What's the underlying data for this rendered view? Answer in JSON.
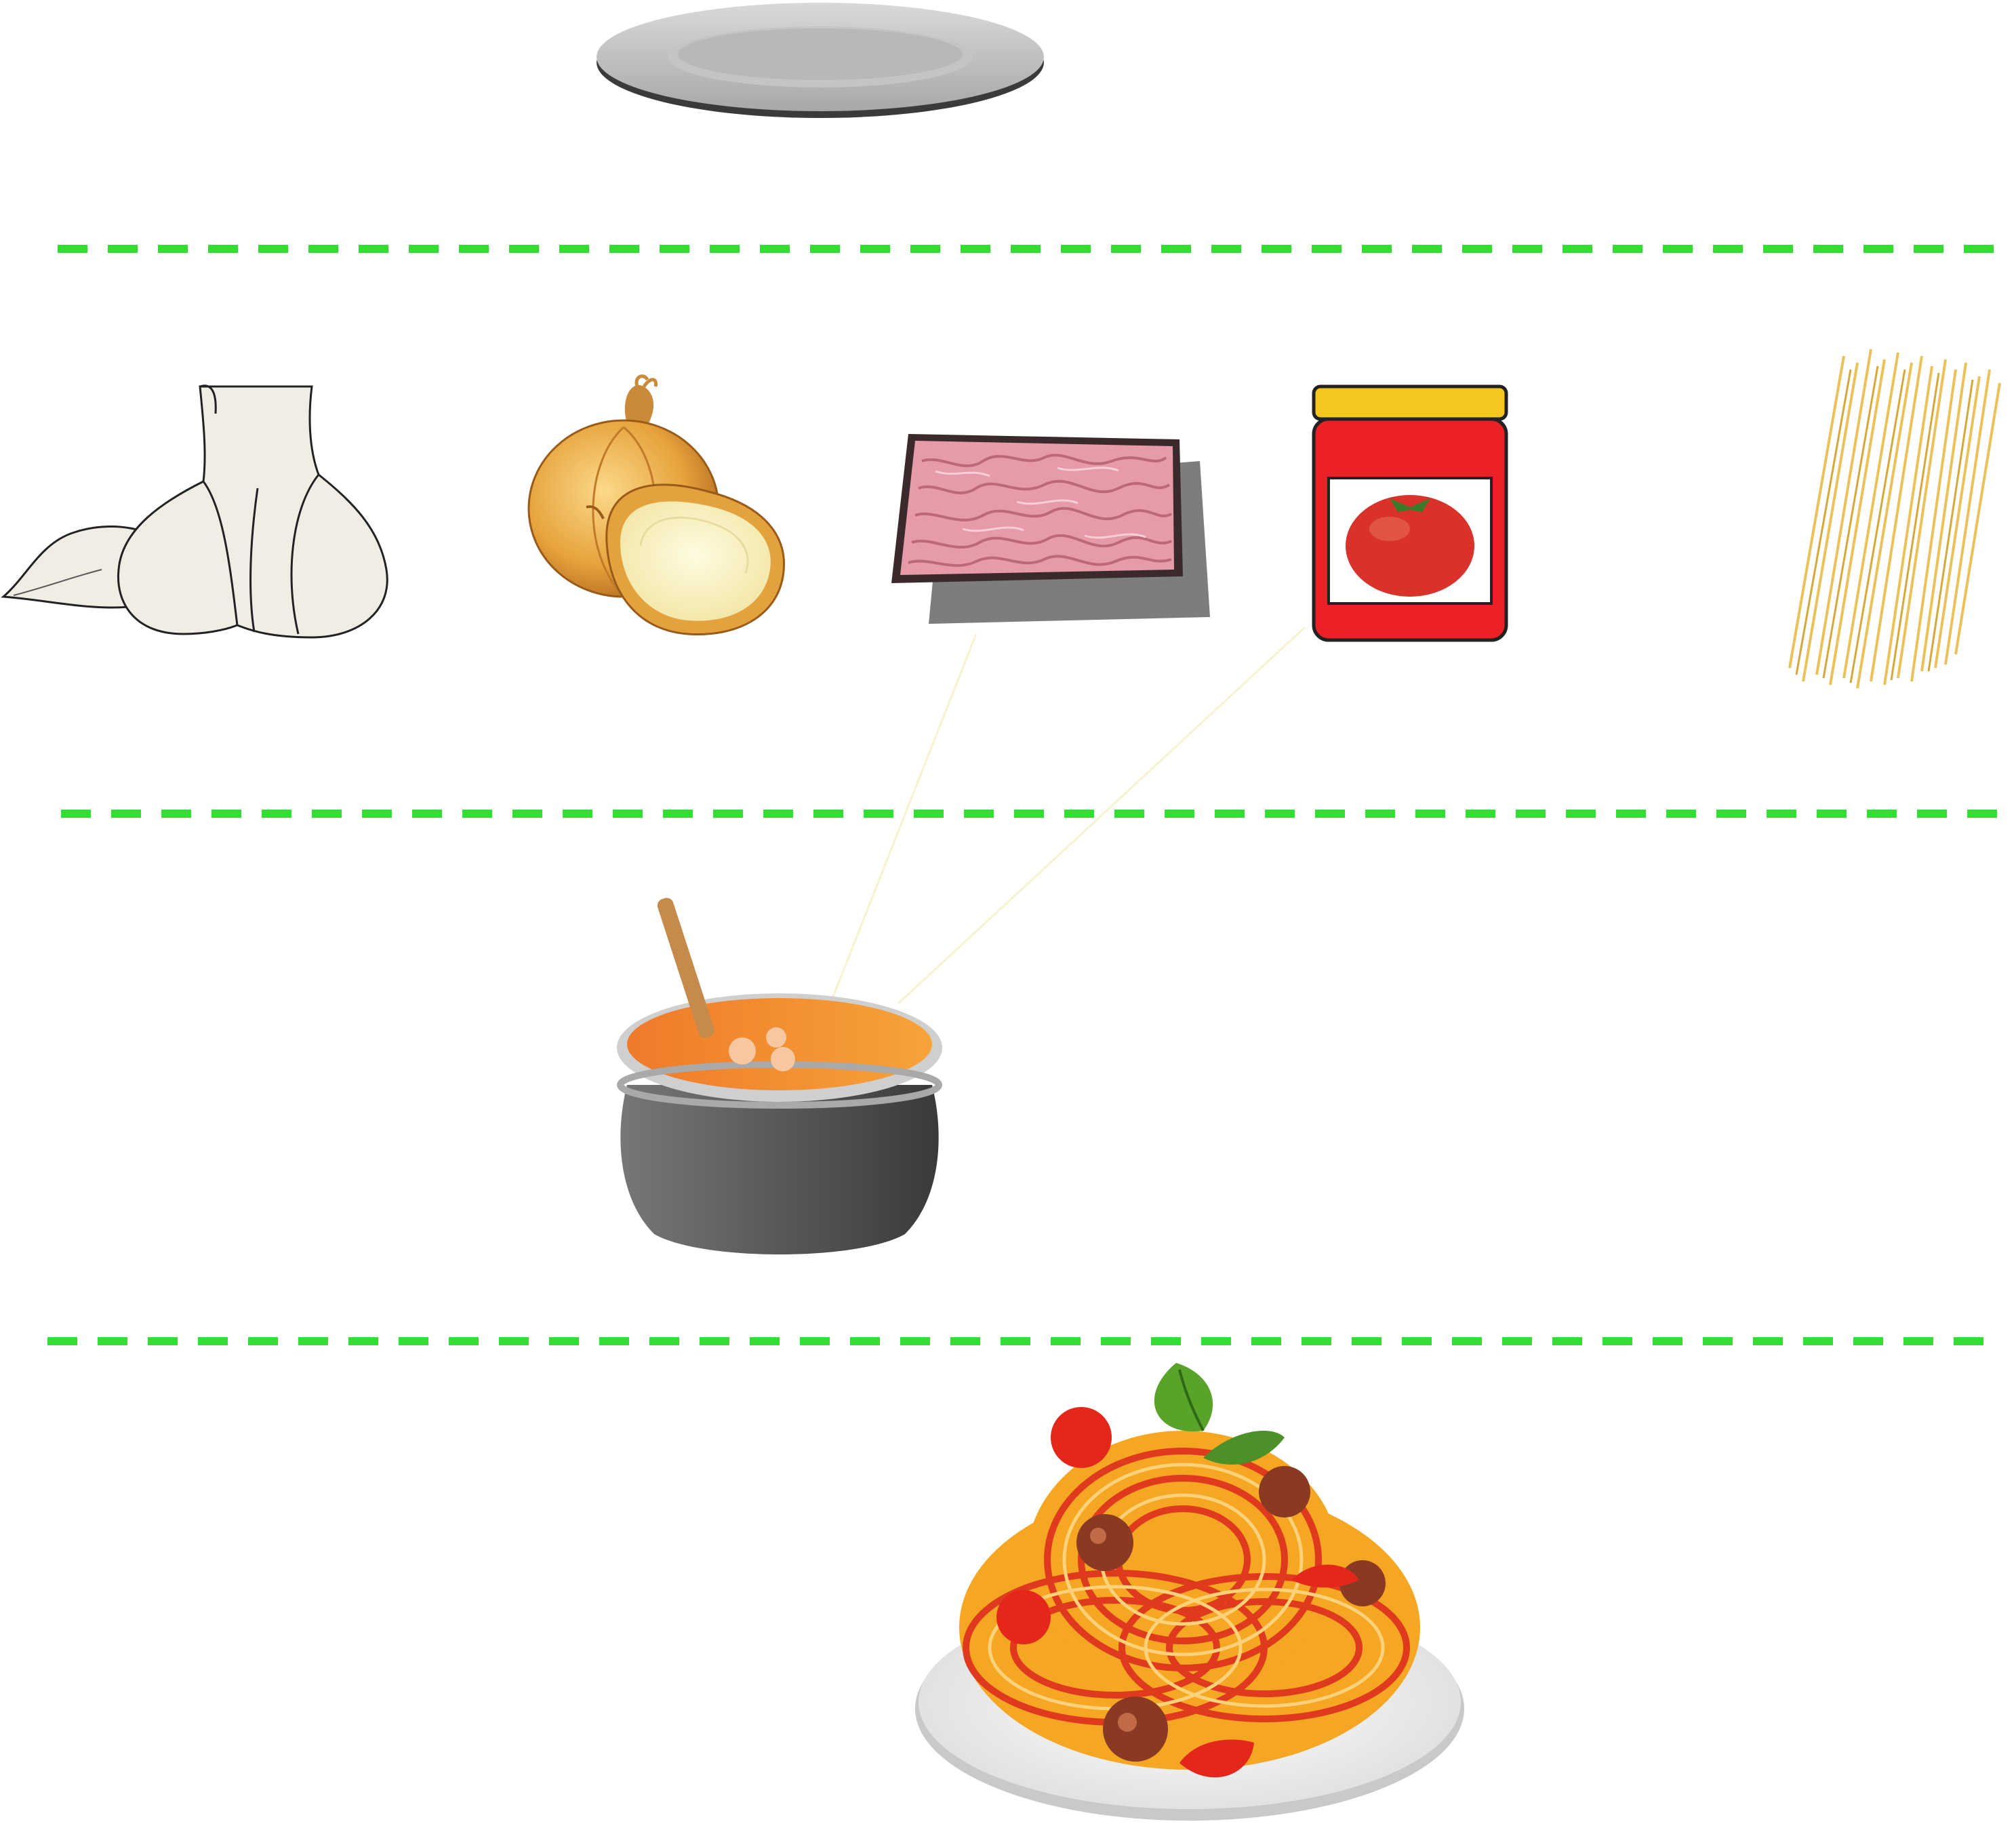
{
  "scene": {
    "accent_color": "#33dd33",
    "items": [
      {
        "name": "plate",
        "icon": "plate-icon"
      },
      {
        "name": "garlic",
        "icon": "garlic-icon"
      },
      {
        "name": "onion",
        "icon": "onion-icon"
      },
      {
        "name": "ground-meat",
        "icon": "meat-icon"
      },
      {
        "name": "tomato-sauce-jar",
        "icon": "sauce-jar-icon"
      },
      {
        "name": "dry-spaghetti",
        "icon": "spaghetti-icon"
      },
      {
        "name": "cooking-pot",
        "icon": "pot-icon"
      },
      {
        "name": "spaghetti-with-meatballs",
        "icon": "plate-spaghetti-icon"
      }
    ]
  }
}
